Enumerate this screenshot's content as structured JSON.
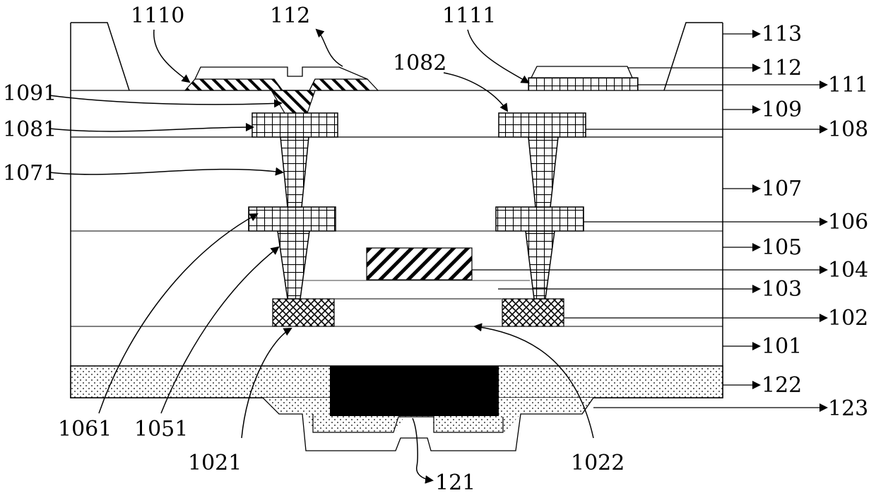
{
  "labels": {
    "l1110": "1110",
    "l112_top": "112",
    "l1111": "1111",
    "l1082": "1082",
    "l1091": "1091",
    "l1081": "1081",
    "l1071": "1071",
    "l1061": "1061",
    "l1051": "1051",
    "l1021": "1021",
    "l1022": "1022",
    "l121": "121",
    "r113": "113",
    "r112": "112",
    "r111": "111",
    "r109": "109",
    "r108": "108",
    "r107": "107",
    "r106": "106",
    "r105": "105",
    "r104": "104",
    "r103": "103",
    "r102": "102",
    "r101": "101",
    "r122": "122",
    "r123": "123"
  }
}
